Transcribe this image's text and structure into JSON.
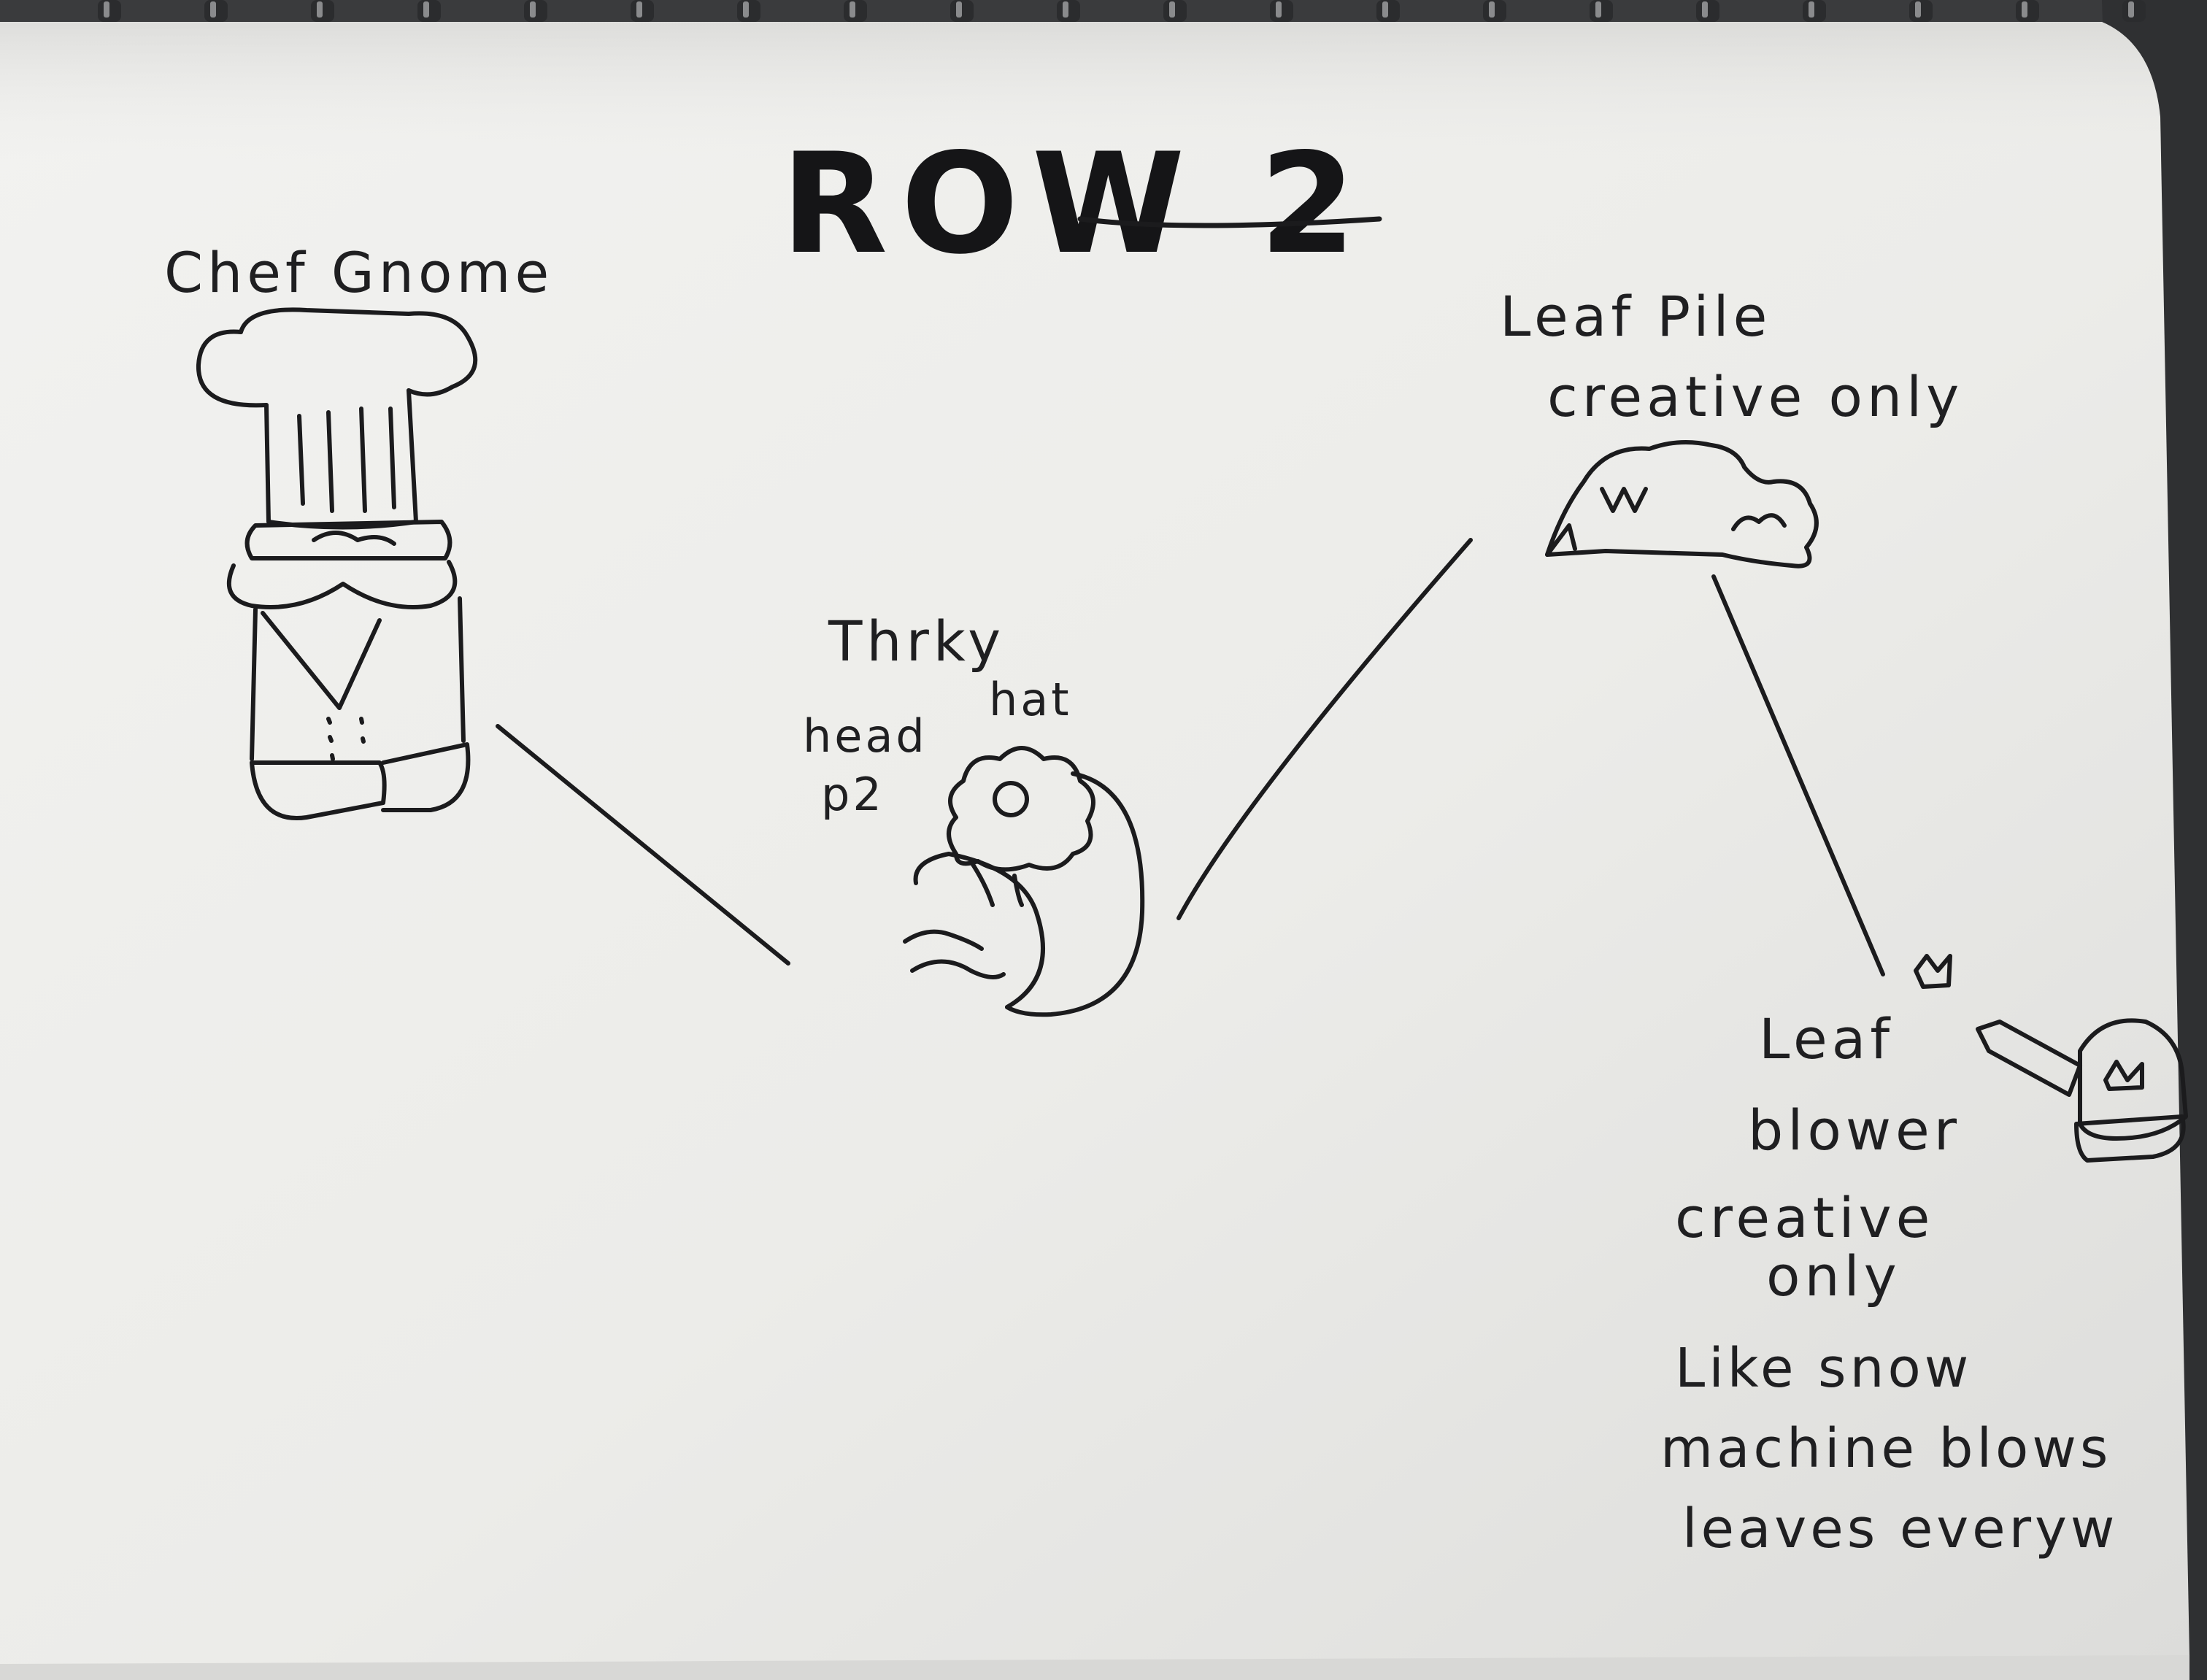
{
  "sketch": {
    "title": "ROW 2",
    "items": {
      "chef_gnome": {
        "label": "Chef Gnome"
      },
      "turkey_hat": {
        "label": "Thrky",
        "label_hat": "hat",
        "note_line1": "head",
        "note_line2": "p2"
      },
      "leaf_pile": {
        "label": "Leaf Pile",
        "note": "creative only"
      },
      "leaf_blower": {
        "label_line1": "Leaf",
        "label_line2": "blower",
        "note_line1": "creative",
        "note_line2": "only",
        "desc_line1": "Like snow",
        "desc_line2": "machine blows",
        "desc_line3": "leaves everyw"
      }
    }
  },
  "colors": {
    "paper": "#ededeb",
    "ink": "#1b1b1d",
    "spiral": "#2b2c2e",
    "desk": "#3a3b3d"
  }
}
